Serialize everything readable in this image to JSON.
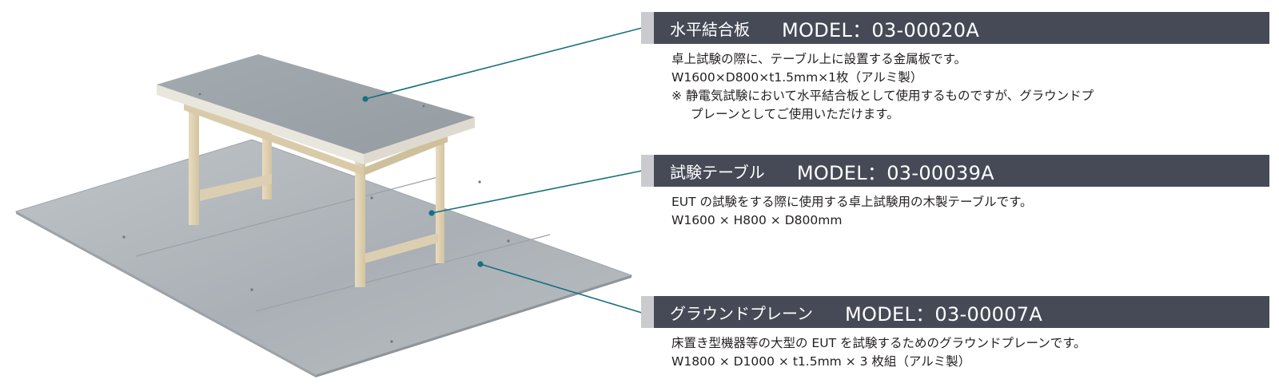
{
  "products": [
    {
      "name": "水平結合板",
      "model": "MODEL：03-00020A",
      "lines": [
        "卓上試験の際に、テーブル上に設置する金属板です。",
        "W1600×D800×t1.5mm×1枚（アルミ製）",
        "※ 静電気試験において水平結合板として使用するものですが、グラウンドプ",
        "プレーンとしてご使用いただけます。"
      ]
    },
    {
      "name": "試験テーブル",
      "model": "MODEL：03-00039A",
      "lines": [
        "EUT の試験をする際に使用する卓上試験用の木製テーブルです。",
        "W1600 × H800 × D800mm"
      ]
    },
    {
      "name": "グラウンドプレーン",
      "model": "MODEL：03-00007A",
      "lines": [
        "床置き型機器等の大型の EUT を試験するためのグラウンドプレーンです。",
        "W1800 × D1000 × t1.5mm × 3 枚組（アルミ製）"
      ]
    }
  ],
  "colors": {
    "header_bg": "#464a56",
    "header_accent": "#c9cbcf",
    "leader_line": "#17707f",
    "text": "#231f20"
  }
}
